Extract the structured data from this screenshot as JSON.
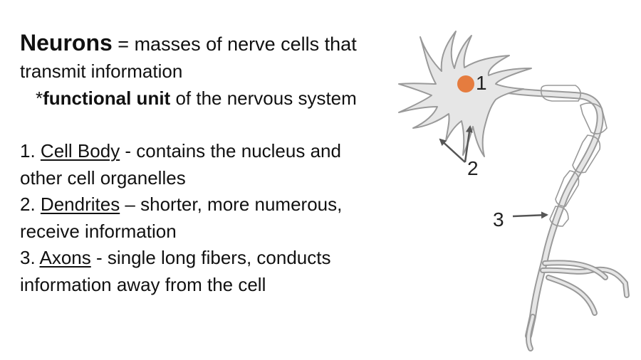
{
  "slide": {
    "title_term": "Neurons",
    "title_rest": " = masses of nerve cells that",
    "title_line2": "transmit information",
    "note_prefix": "*",
    "note_bold": "functional unit",
    "note_rest": " of the nervous system",
    "items": [
      {
        "num": "1. ",
        "term": "Cell Body",
        "desc": " - contains the nucleus and",
        "desc2": "other cell organelles"
      },
      {
        "num": "2. ",
        "term": "Dendrites",
        "desc": " – shorter, more numerous,",
        "desc2": "receive information"
      },
      {
        "num": "3.  ",
        "term": "Axons",
        "desc": " - single long fibers, conducts",
        "desc2": "information away from the cell"
      }
    ]
  },
  "diagram": {
    "labels": [
      "1",
      "2",
      "3"
    ],
    "colors": {
      "cell_fill": "#e6e6e6",
      "cell_stroke": "#9a9a9a",
      "nucleus": "#e57c3f",
      "arrow": "#555555"
    }
  }
}
